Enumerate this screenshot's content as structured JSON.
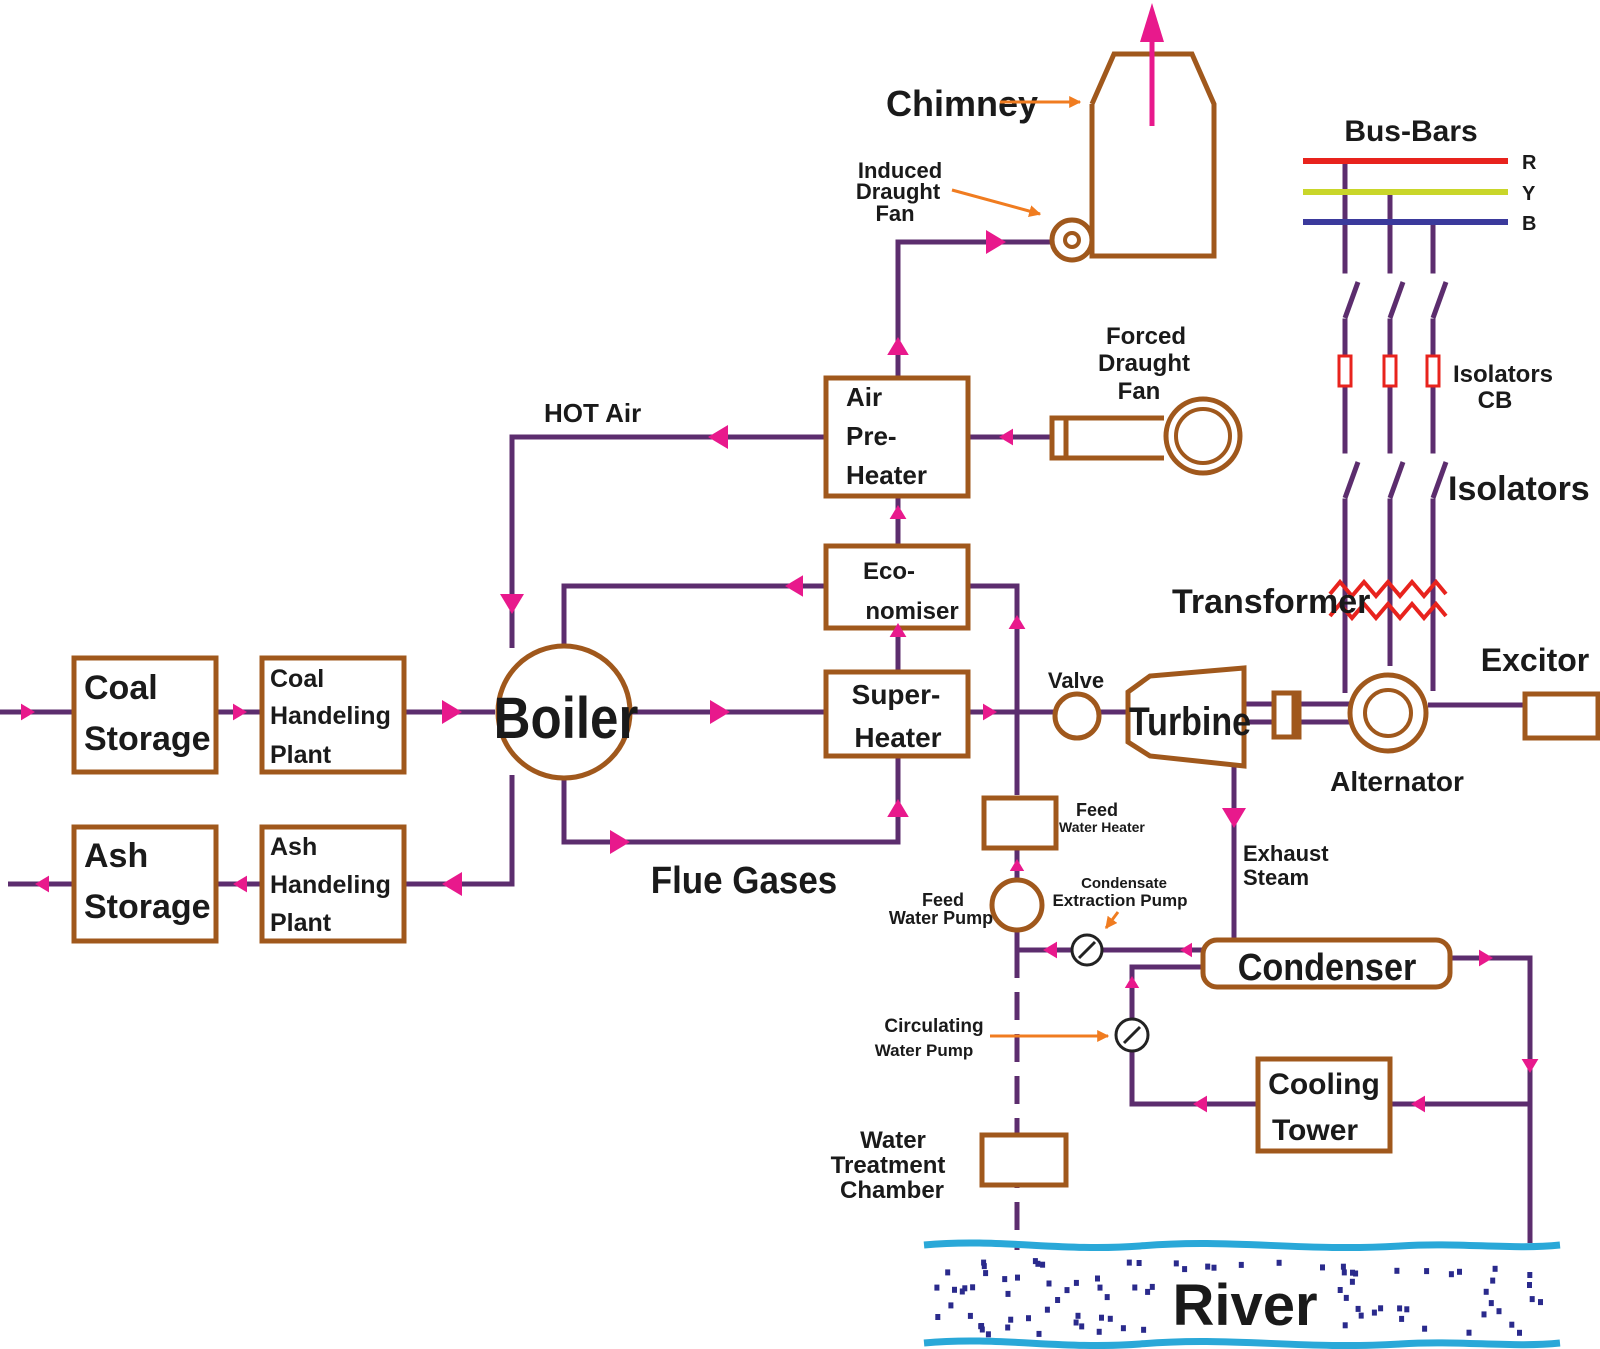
{
  "colors": {
    "pipe": "#5c2d6e",
    "equipment_outline": "#a0581c",
    "flow_arrow": "#e8198c",
    "callout_arrow": "#f07c20",
    "bus_r": "#e8231d",
    "bus_y": "#c9d62a",
    "bus_b": "#3b3a9c",
    "river": "#2aa8d8",
    "river_dots": "#2a2a8c",
    "isolator_cb": "#e8231d",
    "transformer": "#e8231d"
  },
  "blocks": {
    "coal_storage": [
      "Coal",
      "Storage"
    ],
    "coal_handling": [
      "Coal",
      "Handeling",
      "Plant"
    ],
    "ash_storage": [
      "Ash",
      "Storage"
    ],
    "ash_handling": [
      "Ash",
      "Handeling",
      "Plant"
    ],
    "boiler": "Boiler",
    "air_preheater": [
      "Air",
      "Pre-",
      "Heater"
    ],
    "economiser": [
      "Eco-",
      "nomiser"
    ],
    "superheater": [
      "Super-",
      "Heater"
    ],
    "turbine": "Turbine",
    "condenser": "Condenser",
    "cooling_tower": [
      "Cooling",
      "Tower"
    ],
    "river": "River"
  },
  "labels": {
    "chimney": "Chimney",
    "induced_draught_fan": [
      "Induced",
      "Draught",
      "Fan"
    ],
    "forced_draught_fan": [
      "Forced",
      "Draught",
      "Fan"
    ],
    "hot_air": "HOT Air",
    "flue_gases": "Flue Gases",
    "valve": "Valve",
    "feed_water_heater": [
      "Feed",
      "Water Heater"
    ],
    "feed_water_pump": [
      "Feed",
      "Water Pump"
    ],
    "condensate_extraction_pump": [
      "Condensate",
      "Extraction Pump"
    ],
    "circulating_water_pump": [
      "Circulating",
      "Water Pump"
    ],
    "water_treatment_chamber": [
      "Water",
      "Treatment",
      "Chamber"
    ],
    "exhaust_steam": [
      "Exhaust",
      "Steam"
    ],
    "alternator": "Alternator",
    "excitor": "Excitor",
    "transformer": "Transformer",
    "isolators": "Isolators",
    "isolators_cb": [
      "Isolators",
      "CB"
    ],
    "bus_bars": "Bus-Bars",
    "phase_r": "R",
    "phase_y": "Y",
    "phase_b": "B"
  }
}
